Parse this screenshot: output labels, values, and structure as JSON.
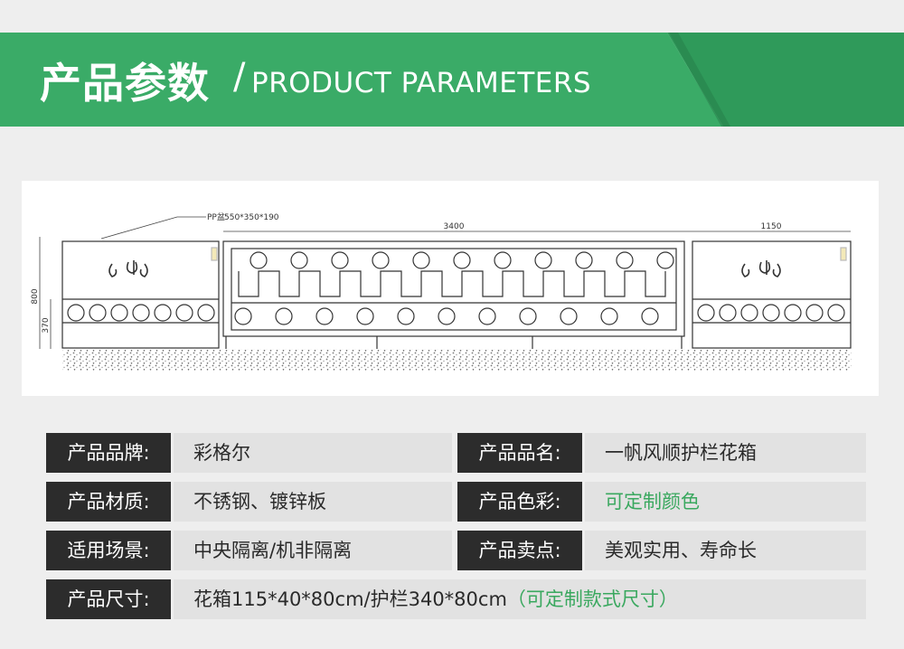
{
  "header": {
    "title_cn": "产品参数",
    "separator": "/",
    "title_en": "PRODUCT PARAMETERS",
    "banner_color": "#3aab67",
    "banner_shadow_color": "#2e8f54"
  },
  "drawing": {
    "label_pp": "PP盆",
    "label_pp_size": "550*350*190",
    "dim_3400": "3400",
    "dim_1150": "1150",
    "dim_800": "800",
    "dim_370": "370"
  },
  "params": {
    "brand_label": "产品品牌:",
    "brand_value": "彩格尔",
    "name_label": "产品品名:",
    "name_value": "一帆风顺护栏花箱",
    "material_label": "产品材质:",
    "material_value": "不锈钢、镀锌板",
    "color_label": "产品色彩:",
    "color_value": "可定制颜色",
    "scene_label": "适用场景:",
    "scene_value": "中央隔离/机非隔离",
    "feature_label": "产品卖点:",
    "feature_value": "美观实用、寿命长",
    "size_label": "产品尺寸:",
    "size_value": "花箱115*40*80cm/护栏340*80cm",
    "size_note": "（可定制款式尺寸）"
  },
  "colors": {
    "label_bg": "#2c2c2c",
    "value_bg": "#e2e2e2",
    "accent_green": "#3aa85f"
  }
}
